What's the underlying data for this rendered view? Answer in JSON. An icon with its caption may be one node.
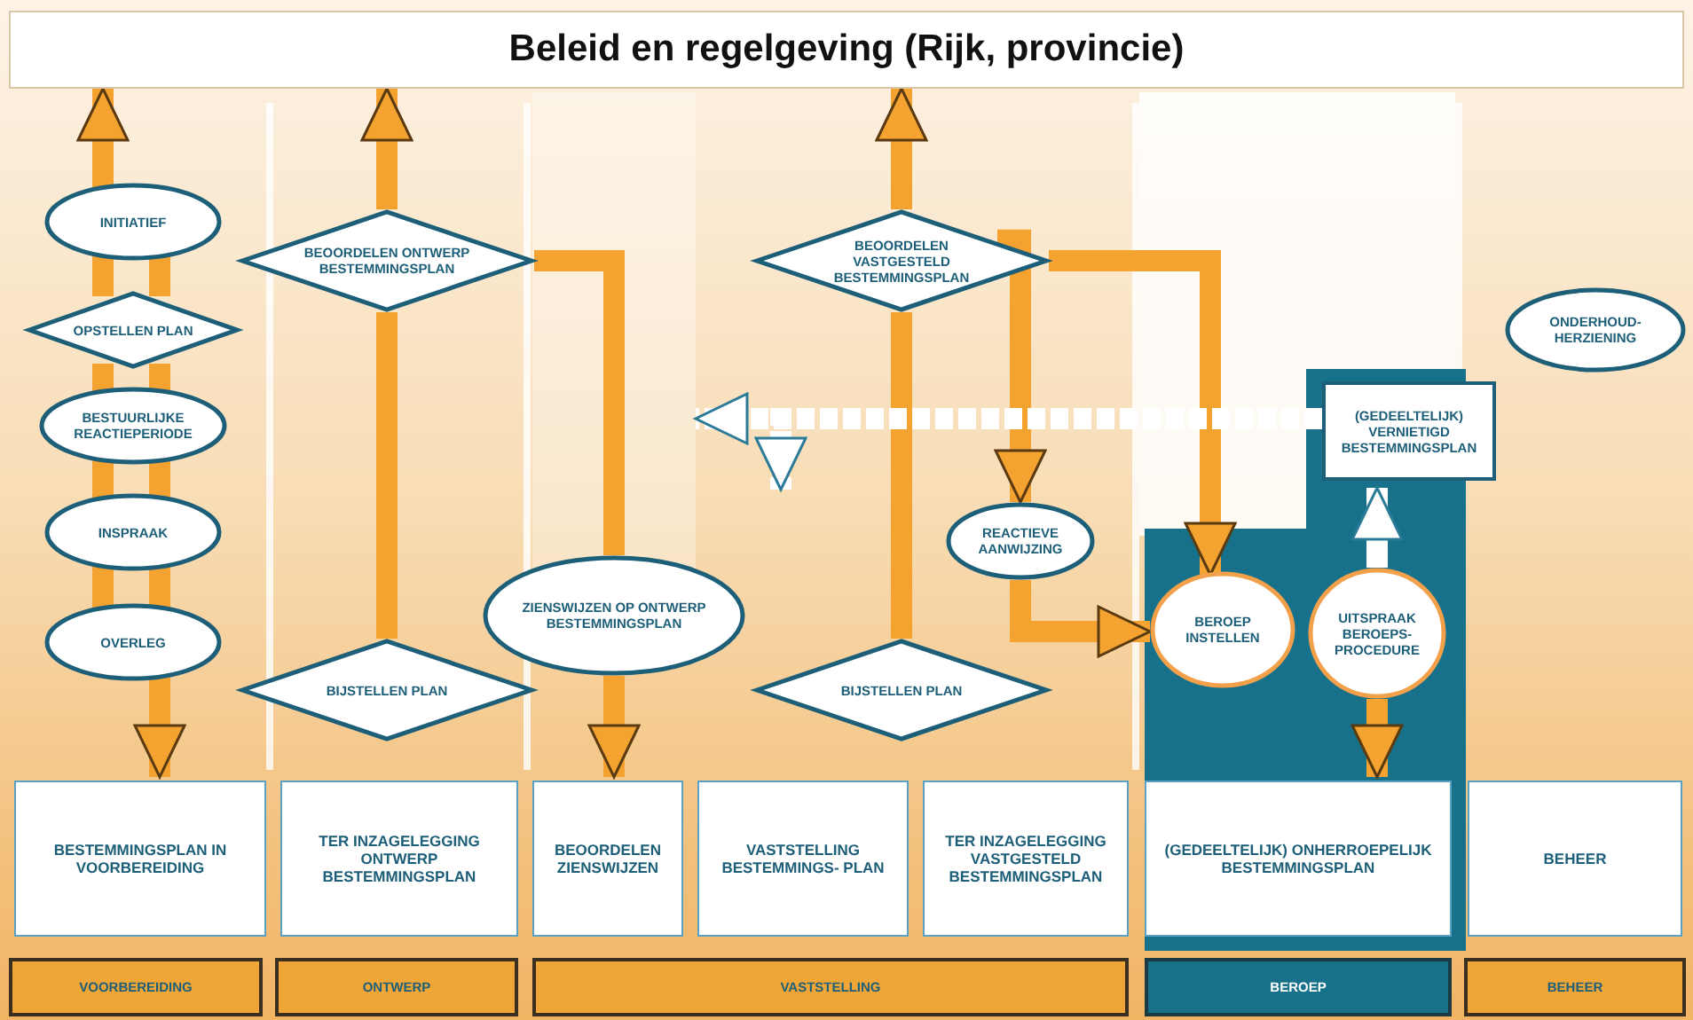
{
  "diagram": {
    "nodes": [
      {
        "text": [
          "Beleid en regelgeving (Rijk, provincie)"
        ]
      },
      {
        "text": [
          "INITIATIEF"
        ]
      },
      {
        "text": [
          "OPSTELLEN PLAN"
        ]
      },
      {
        "text": [
          "BESTUURLIJKE REACTIEPERIODE"
        ]
      },
      {
        "text": [
          "INSPRAAK"
        ]
      },
      {
        "text": [
          "OVERLEG"
        ]
      },
      {
        "text": [
          "BEOORDELEN ONTWERP BESTEMMINGSPLAN"
        ]
      },
      {
        "text": [
          "ZIENSWIJZEN OP ONTWERP BESTEMMINGSPLAN"
        ]
      },
      {
        "text": [
          "BIJSTELLEN PLAN"
        ]
      },
      {
        "text": [
          "BEOORDELEN VASTGESTELD BESTEMMINGSPLAN"
        ]
      },
      {
        "text": [
          "REACTIEVE AANWIJZING"
        ]
      },
      {
        "text": [
          "BIJSTELLEN PLAN"
        ]
      },
      {
        "text": [
          "ONDERHOUD- HERZIENING"
        ]
      },
      {
        "text": [
          "(GEDEELTELIJK) VERNIETIGD BESTEMMINGSPLAN"
        ]
      },
      {
        "text": [
          "BEROEP INSTELLEN"
        ]
      },
      {
        "text": [
          "UITSPRAAK BEROEPS- PROCEDURE"
        ]
      },
      {
        "text": [
          "BESTEMMINGSPLAN IN VOORBEREIDING"
        ]
      },
      {
        "text": [
          "TER INZAGELEGGING ONTWERP BESTEMMINGSPLAN"
        ]
      },
      {
        "text": [
          "BEOORDELEN ZIENSWIJZEN"
        ]
      },
      {
        "text": [
          "VASTSTELLING BESTEMMINGS- PLAN"
        ]
      },
      {
        "text": [
          "TER INZAGELEGGING VASTGESTELD BESTEMMINGSPLAN"
        ]
      },
      {
        "text": [
          "(GEDEELTELIJK) ONHERROEPELIJK BESTEMMINGSPLAN"
        ]
      },
      {
        "text": [
          "BEHEER"
        ]
      },
      {
        "text": [
          "VOORBEREIDING"
        ]
      },
      {
        "text": [
          "ONTWERP"
        ]
      },
      {
        "text": [
          "VASTSTELLING"
        ]
      },
      {
        "text": [
          "BEROEP"
        ]
      },
      {
        "text": [
          "BEHEER"
        ]
      }
    ],
    "edges": [
      {
        "from": 1,
        "to": 0,
        "arrow": "to"
      },
      {
        "from": 5,
        "to": 16,
        "arrow": "to"
      },
      {
        "from": 1,
        "to": 2,
        "arrow": "none"
      },
      {
        "from": 2,
        "to": 3,
        "arrow": "none"
      },
      {
        "from": 3,
        "to": 4,
        "arrow": "none"
      },
      {
        "from": 4,
        "to": 5,
        "arrow": "none"
      },
      {
        "from": 8,
        "to": 6,
        "arrow": "none"
      },
      {
        "from": 6,
        "to": 0,
        "arrow": "to"
      },
      {
        "from": 6,
        "to": 7,
        "arrow": "none"
      },
      {
        "from": 7,
        "to": 18,
        "arrow": "to"
      },
      {
        "from": 11,
        "to": 9,
        "arrow": "none"
      },
      {
        "from": 9,
        "to": 0,
        "arrow": "to"
      },
      {
        "from": 9,
        "to": 10,
        "arrow": "to"
      },
      {
        "from": 9,
        "to": 14,
        "arrow": "to"
      },
      {
        "from": 10,
        "to": 14,
        "arrow": "to"
      },
      {
        "from": 15,
        "to": 13,
        "arrow": "to",
        "color": "#ffffff"
      },
      {
        "from": 15,
        "to": 21,
        "arrow": "to"
      },
      {
        "from": 13,
        "to": null,
        "arrow": "to",
        "style": "dashed",
        "color": "#ffffff"
      },
      {
        "from": 13,
        "to": null,
        "arrow": "to",
        "style": "dashed",
        "color": "#ffffff"
      }
    ]
  }
}
